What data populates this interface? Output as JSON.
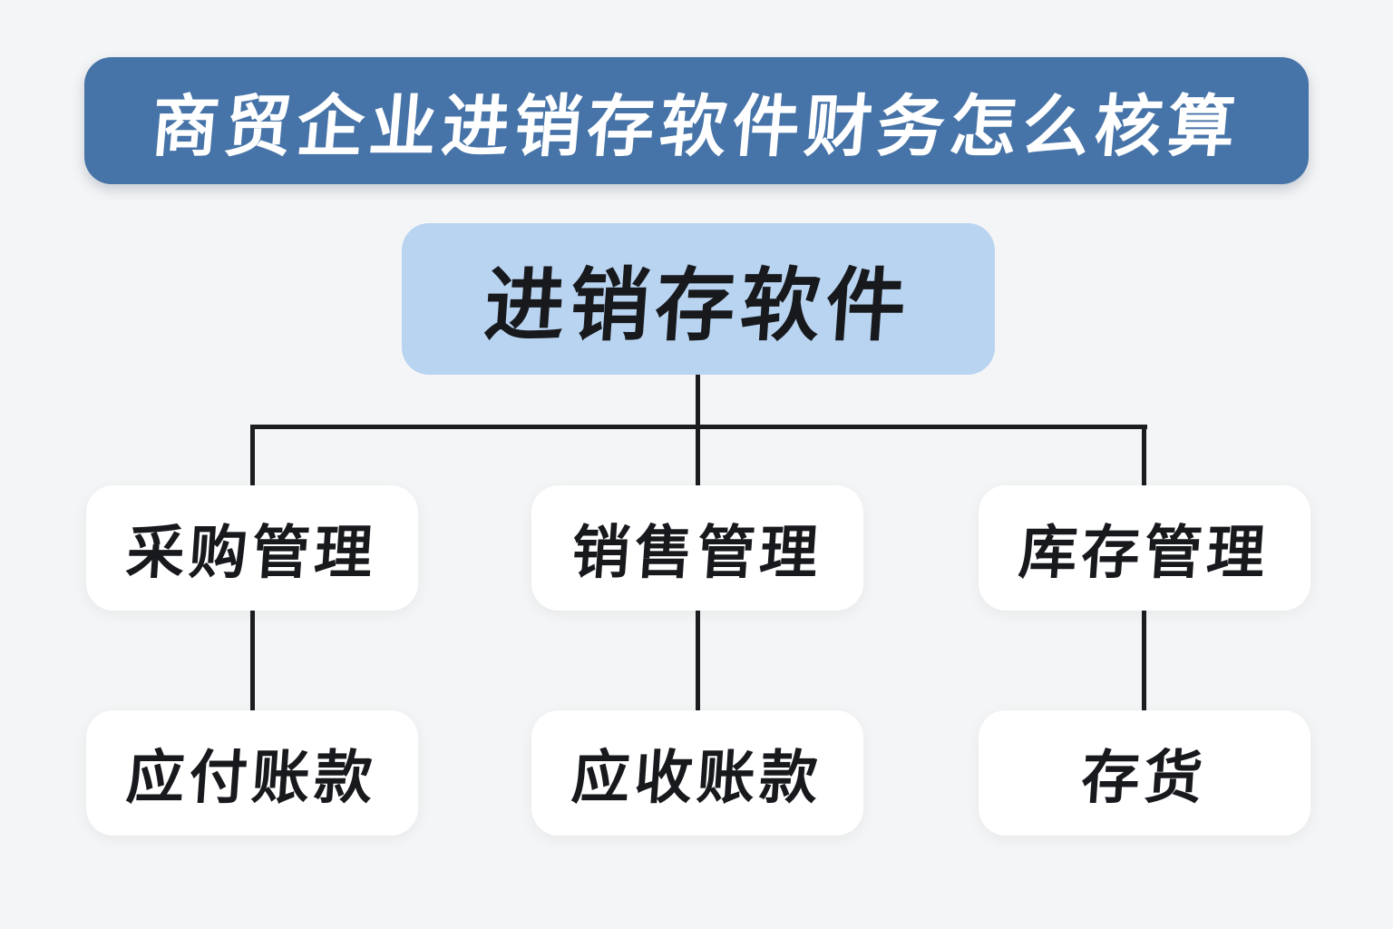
{
  "title": {
    "label": "商贸企业进销存软件财务怎么核算"
  },
  "root": {
    "label": "进销存软件"
  },
  "branches": [
    {
      "module": "采购管理",
      "account": "应付账款"
    },
    {
      "module": "销售管理",
      "account": "应收账款"
    },
    {
      "module": "库存管理",
      "account": "存货"
    }
  ],
  "colors": {
    "background": "#f4f5f6",
    "title_bg": "#4774a8",
    "title_text": "#ffffff",
    "root_bg": "#b9d4f0",
    "node_bg": "#ffffff",
    "node_text": "#17191d",
    "connector": "#1b1d20"
  }
}
